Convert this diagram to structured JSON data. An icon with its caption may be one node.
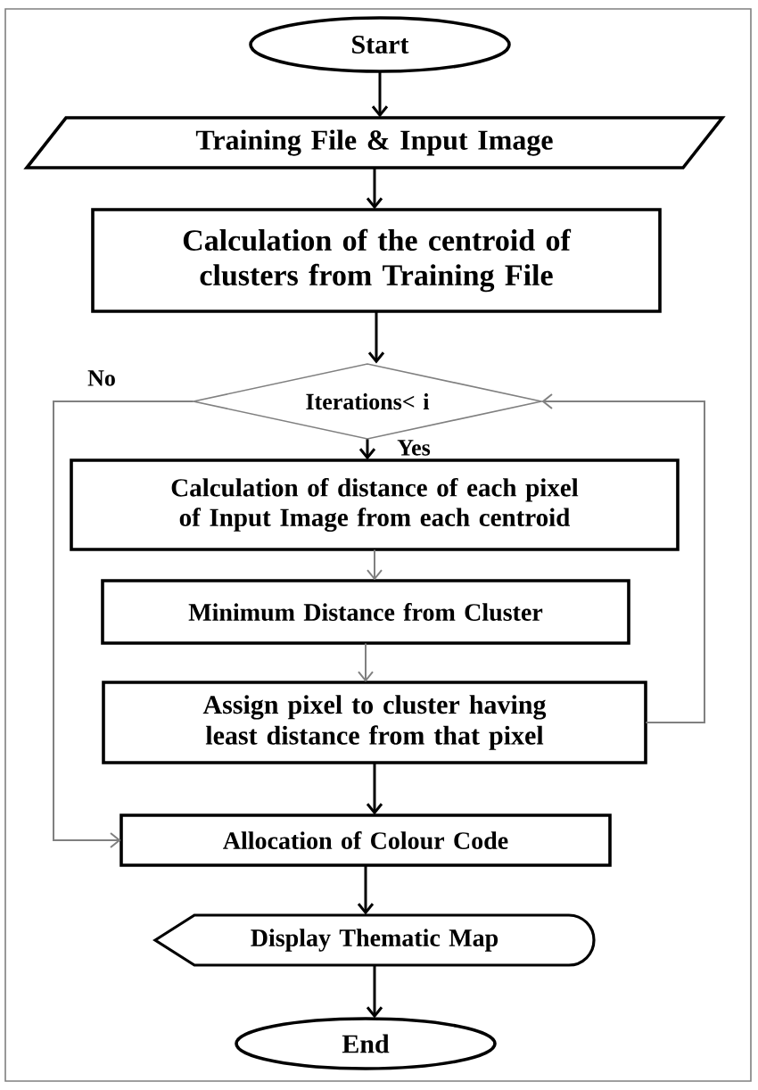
{
  "diagram": {
    "nodes": [
      {
        "text": [
          "Start"
        ]
      },
      {
        "text": [
          "Training File & Input Image"
        ]
      },
      {
        "text": [
          "Calculation of the centroid of clusters from Training File"
        ]
      },
      {
        "text": [
          "Iterations< i"
        ]
      },
      {
        "text": [
          "Calculation of distance  of each pixel of Input Image from each centroid"
        ]
      },
      {
        "text": [
          "Minimum Distance from Cluster"
        ]
      },
      {
        "text": [
          "Assign pixel to cluster having least distance from that pixel"
        ]
      },
      {
        "text": [
          "Allocation  of Colour Code"
        ]
      },
      {
        "text": [
          "Display Thematic Map"
        ]
      },
      {
        "text": [
          "End"
        ]
      }
    ],
    "edges": [
      {
        "from": 0,
        "to": 1,
        "arrow": "to"
      },
      {
        "from": 1,
        "to": 2,
        "arrow": "to"
      },
      {
        "from": 2,
        "to": 3,
        "arrow": "to"
      },
      {
        "from": 3,
        "to": 4,
        "arrow": "to",
        "label": "Yes"
      },
      {
        "from": 4,
        "to": 5,
        "arrow": "to",
        "color": "#808080"
      },
      {
        "from": 5,
        "to": 6,
        "arrow": "to",
        "color": "#808080"
      },
      {
        "from": 6,
        "to": 3,
        "arrow": "to",
        "color": "#808080"
      },
      {
        "from": 3,
        "to": 7,
        "arrow": "to",
        "label": "No",
        "color": "#808080"
      },
      {
        "from": 6,
        "to": 7,
        "arrow": "to"
      },
      {
        "from": 7,
        "to": 8,
        "arrow": "to"
      },
      {
        "from": 8,
        "to": 9,
        "arrow": "to"
      }
    ]
  }
}
